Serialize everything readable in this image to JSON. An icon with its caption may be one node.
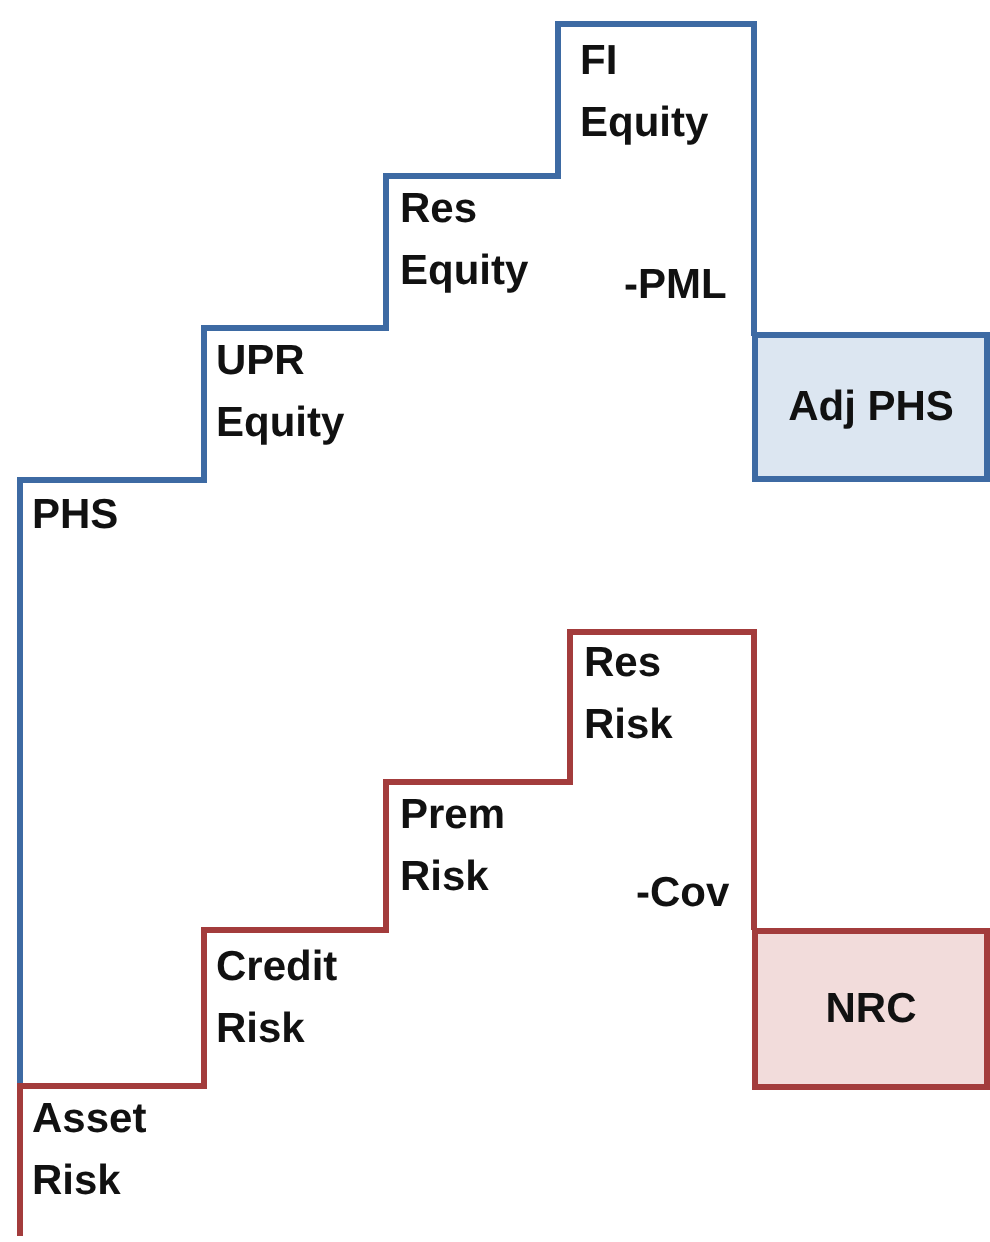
{
  "diagram": {
    "nodes": [
      {
        "text": [
          "Adj PHS"
        ]
      },
      {
        "text": [
          "NRC"
        ]
      }
    ],
    "labels": [
      "FI Equity",
      "Res Equity",
      "-PML",
      "UPR Equity",
      "PHS",
      "Res Risk",
      "Prem Risk",
      "-Cov",
      "Credit Risk",
      "Asset Risk"
    ]
  }
}
